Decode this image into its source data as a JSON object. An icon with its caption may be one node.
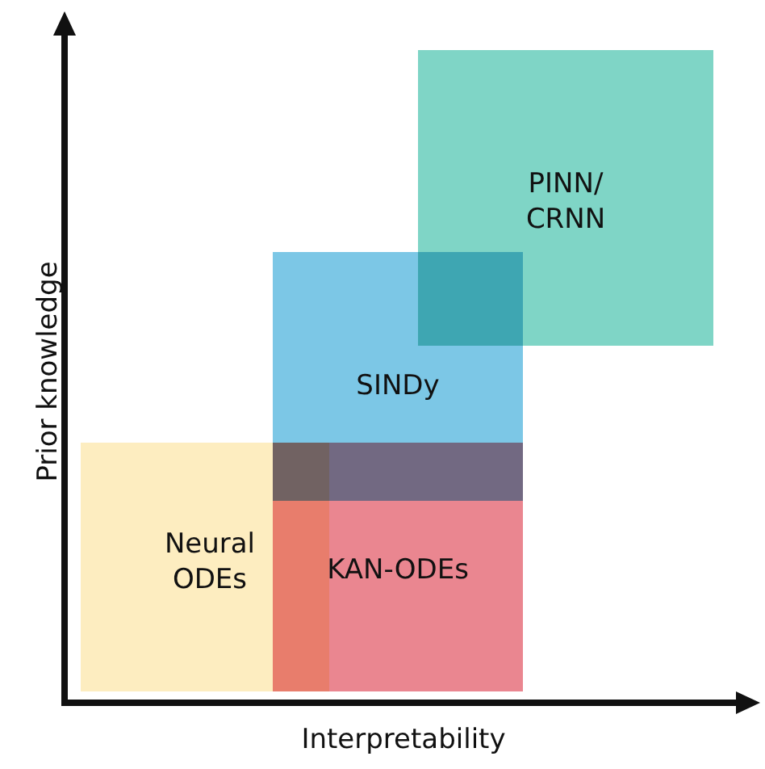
{
  "diagram": {
    "nodes": [
      {
        "text": [
          "Neural ODEs"
        ]
      },
      {
        "text": [
          "KAN-ODEs"
        ]
      },
      {
        "text": [
          "SINDy"
        ]
      },
      {
        "text": [
          "PINN/ CRNN"
        ]
      }
    ],
    "labels": [
      "Prior knowledge",
      "Interpretability"
    ]
  }
}
